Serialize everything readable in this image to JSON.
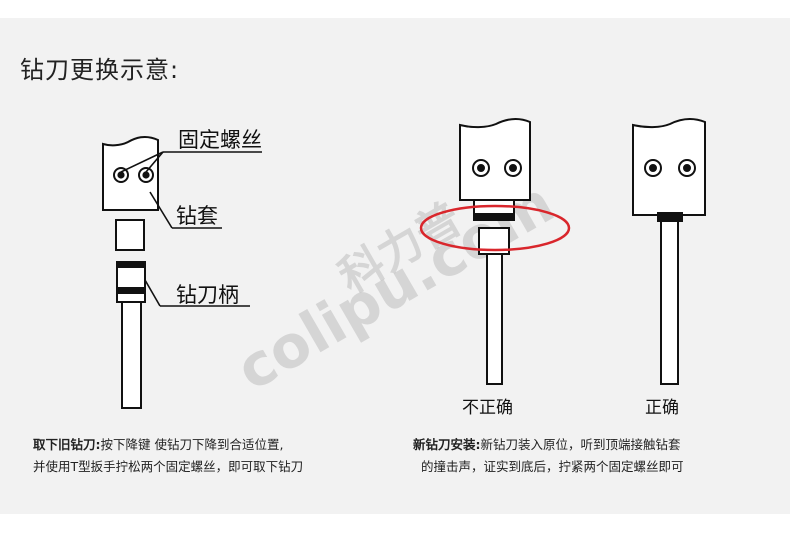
{
  "title": "钻刀更换示意:",
  "labels": {
    "screw": "固定螺丝",
    "sleeve": "钻套",
    "handle": "钻刀柄"
  },
  "states": {
    "incorrect": "不正确",
    "correct": "正确"
  },
  "remove": {
    "heading": "取下旧钻刀:",
    "line1": "按下降键 使钻刀下降到合适位置,",
    "line2": "并使用T型扳手拧松两个固定螺丝，即可取下钻刀"
  },
  "install": {
    "heading": "新钻刀安装:",
    "line1": "新钻刀装入原位，听到顶端接触钻套",
    "line2": "的撞击声，证实到底后，拧紧两个固定螺丝即可"
  },
  "watermark": {
    "en": "colipu.com",
    "cn": "科力普"
  },
  "colors": {
    "highlight": "#d9262c",
    "line": "#111111"
  }
}
